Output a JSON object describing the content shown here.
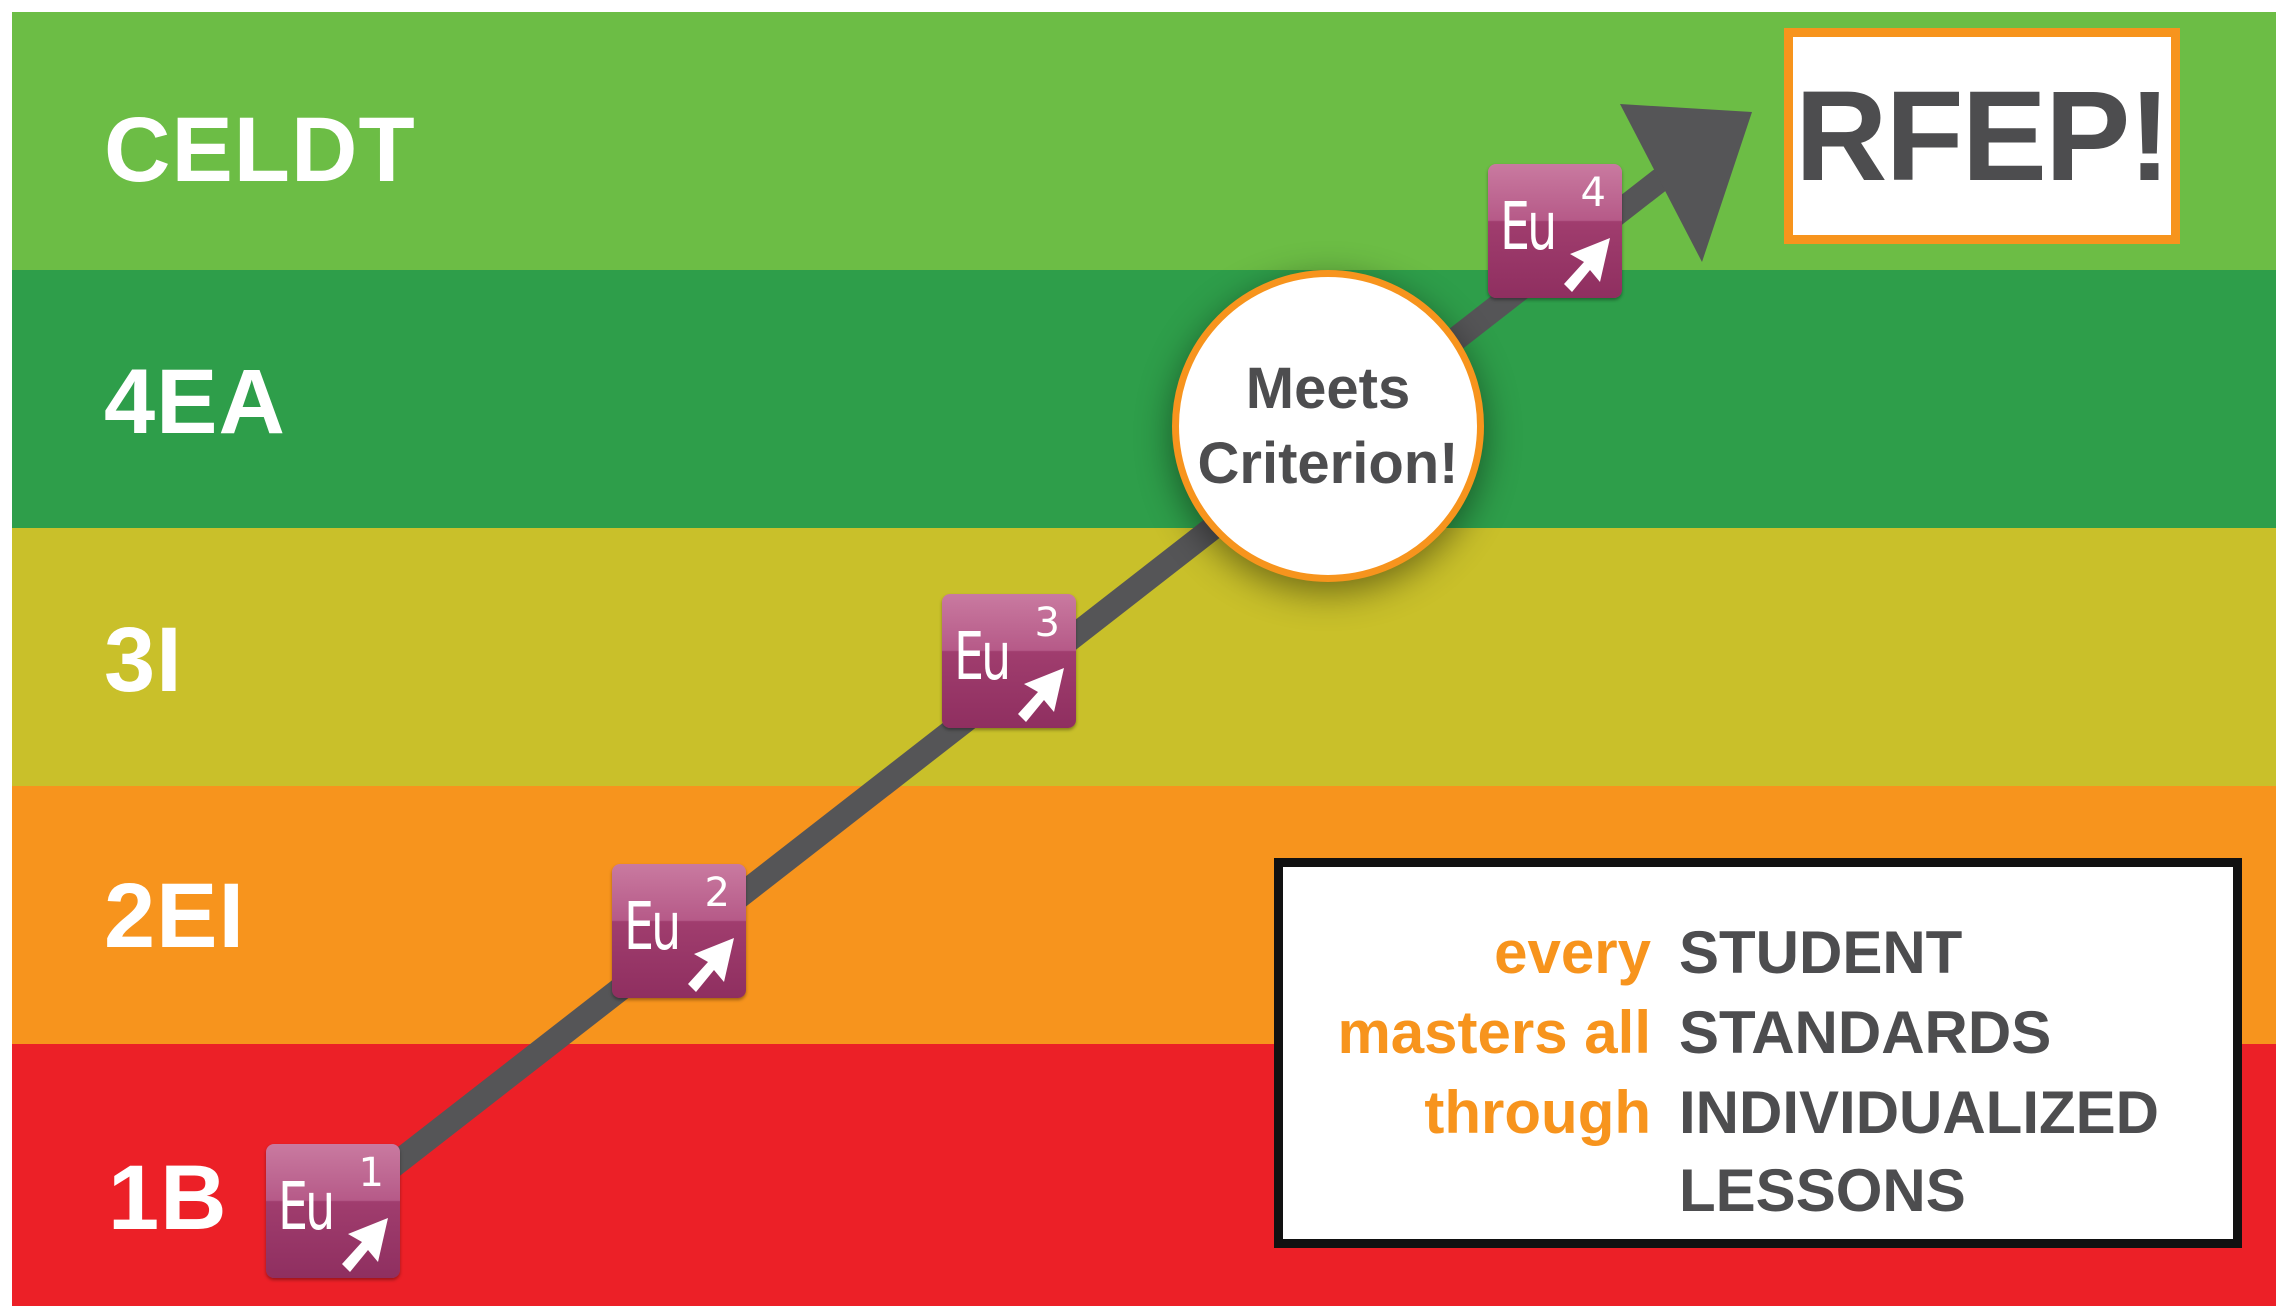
{
  "levels": [
    {
      "label": "CELDT",
      "color": "#6cbd45"
    },
    {
      "label": "4EA",
      "color": "#2e9e4a"
    },
    {
      "label": "3I",
      "color": "#c9c02a"
    },
    {
      "label": "2EI",
      "color": "#f7941d"
    },
    {
      "label": "1B",
      "color": "#ec2027"
    }
  ],
  "goal": "RFEP!",
  "milestone": {
    "line1": "Meets",
    "line2": "Criterion!"
  },
  "tiles": [
    {
      "symbol": "Eu",
      "number": "1"
    },
    {
      "symbol": "Eu",
      "number": "2"
    },
    {
      "symbol": "Eu",
      "number": "3"
    },
    {
      "symbol": "Eu",
      "number": "4"
    }
  ],
  "motto": [
    {
      "lead": "every",
      "rest": "STUDENT"
    },
    {
      "lead": "masters all",
      "rest": "STANDARDS"
    },
    {
      "lead": "through",
      "rest": "INDIVIDUALIZED"
    },
    {
      "lead": "",
      "rest": "LESSONS"
    }
  ],
  "colors": {
    "accent": "#f7941d",
    "text_dark": "#4d4d4f",
    "arrow": "#555557",
    "tile": "#a03d6e"
  }
}
